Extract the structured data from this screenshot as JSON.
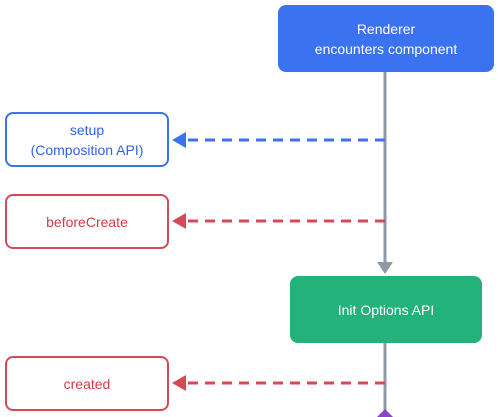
{
  "colors": {
    "composition_api": "#3b72f0",
    "options_api": "#23b27a",
    "hook_border": "#d64a57",
    "hook_text": "#d23b49",
    "setup_text": "#2f63e6",
    "flow_line": "#8f9aa7",
    "next_step": "#8e44c8"
  },
  "nodes": {
    "renderer": {
      "label": "Renderer\nencounters component"
    },
    "init_options": {
      "label": "Init Options API"
    }
  },
  "hooks": {
    "setup": {
      "label": "setup\n(Composition API)"
    },
    "before_create": {
      "label": "beforeCreate"
    },
    "created": {
      "label": "created"
    }
  }
}
